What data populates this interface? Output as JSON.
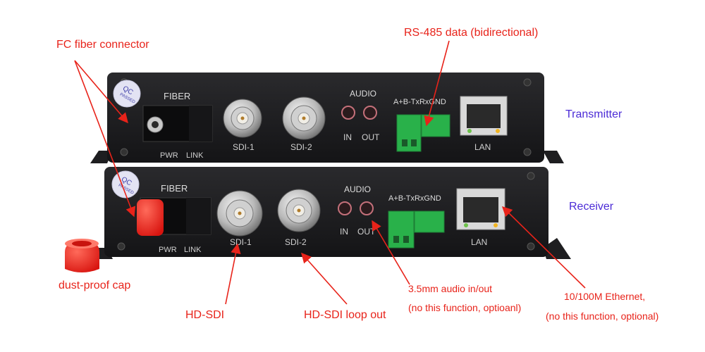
{
  "colors": {
    "annotation": "#e8231a",
    "device_label": "#4b2bd6",
    "chassis": "#1b1b1d",
    "terminal_green": "#29b14a",
    "cap_red": "#f0231e"
  },
  "annotations": {
    "fc_fiber": "FC fiber connector",
    "rs485": "RS-485 data (bidirectional)",
    "transmitter": "Transmitter",
    "receiver": "Receiver",
    "dust_cap": "dust-proof cap",
    "hd_sdi": "HD-SDI",
    "hd_sdi_loop": "HD-SDI loop out",
    "audio_line1": "3.5mm audio in/out",
    "audio_line2": "(no this function, optioanl)",
    "ethernet_line1": "10/100M Ethernet,",
    "ethernet_line2": "(no this function, optional)"
  },
  "panel_labels": {
    "qc_top": "QC",
    "qc_bottom": "PASSED",
    "fiber": "FIBER",
    "pwr": "PWR",
    "link": "LINK",
    "sdi1": "SDI-1",
    "sdi2": "SDI-2",
    "audio": "AUDIO",
    "audio_in": "IN",
    "audio_out": "OUT",
    "terminal": "A+B-TxRxGND",
    "lan": "LAN"
  },
  "icons": [
    "annotation-arrow",
    "bnc-connector-icon",
    "rj45-port-icon",
    "qc-sticker-icon",
    "screw-icon"
  ]
}
